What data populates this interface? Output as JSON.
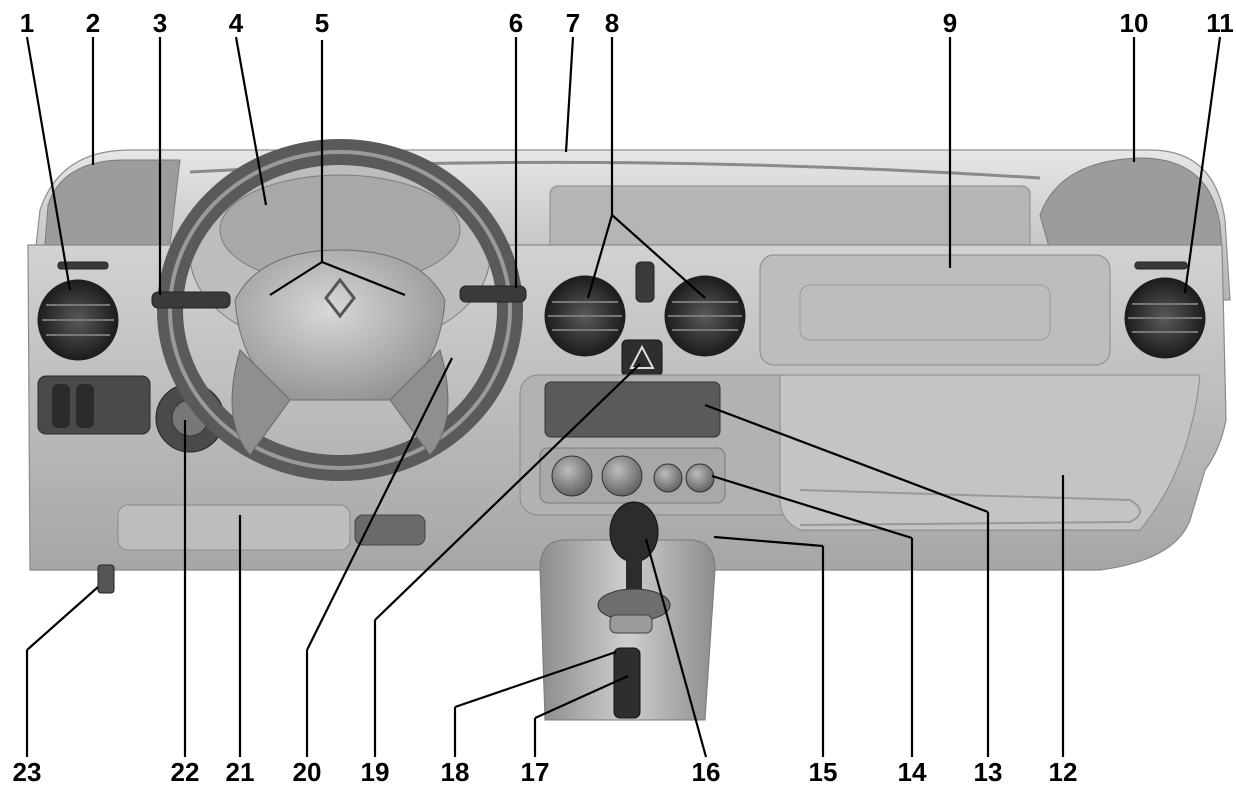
{
  "callouts": [
    {
      "id": "1",
      "label": "1"
    },
    {
      "id": "2",
      "label": "2"
    },
    {
      "id": "3",
      "label": "3"
    },
    {
      "id": "4",
      "label": "4"
    },
    {
      "id": "5",
      "label": "5"
    },
    {
      "id": "6",
      "label": "6"
    },
    {
      "id": "7",
      "label": "7"
    },
    {
      "id": "8",
      "label": "8"
    },
    {
      "id": "9",
      "label": "9"
    },
    {
      "id": "10",
      "label": "10"
    },
    {
      "id": "11",
      "label": "11"
    },
    {
      "id": "12",
      "label": "12"
    },
    {
      "id": "13",
      "label": "13"
    },
    {
      "id": "14",
      "label": "14"
    },
    {
      "id": "15",
      "label": "15"
    },
    {
      "id": "16",
      "label": "16"
    },
    {
      "id": "17",
      "label": "17"
    },
    {
      "id": "18",
      "label": "18"
    },
    {
      "id": "19",
      "label": "19"
    },
    {
      "id": "20",
      "label": "20"
    },
    {
      "id": "21",
      "label": "21"
    },
    {
      "id": "22",
      "label": "22"
    },
    {
      "id": "23",
      "label": "23"
    }
  ],
  "colors": {
    "dashboard": "#c9c9c9",
    "shadow": "#8a8a8a",
    "dark_part": "#3a3a3a",
    "labels": "#000000"
  }
}
